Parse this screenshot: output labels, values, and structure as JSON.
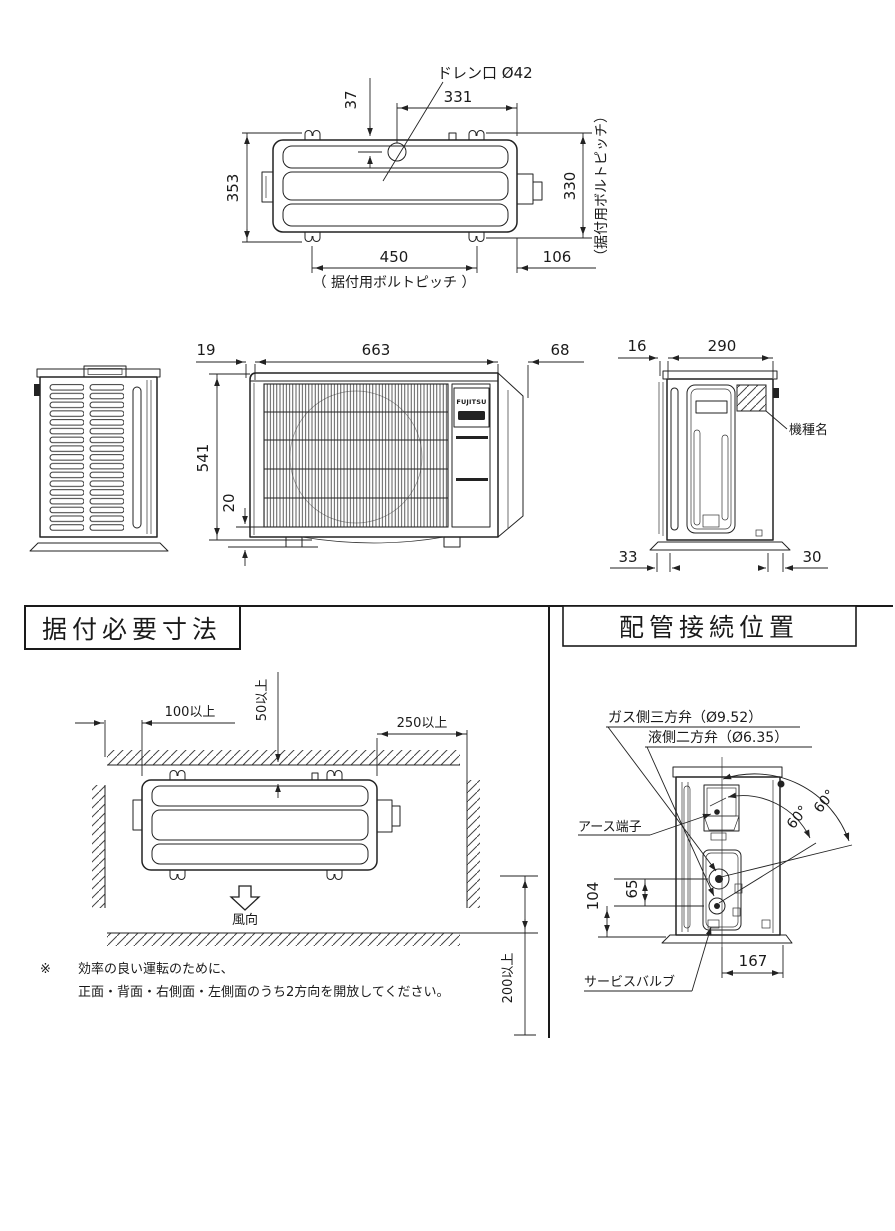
{
  "page": {
    "bg": "#ffffff",
    "ink": "#222222"
  },
  "top_view": {
    "drain_label": "ドレン口 Ø42",
    "dim_37": "37",
    "dim_331": "331",
    "dim_353": "353",
    "dim_330": "330",
    "dim_450": "450",
    "dim_106": "106",
    "bolt_pitch_right": "（据付用ボルトピッチ）",
    "bolt_pitch_bottom": "（ 据付用ボルトピッチ ）"
  },
  "front_view": {
    "dim_19": "19",
    "dim_663": "663",
    "dim_68": "68",
    "dim_541": "541",
    "dim_20": "20",
    "logo": "FUJITSU"
  },
  "right_side_view": {
    "dim_16": "16",
    "dim_290": "290",
    "dim_33": "33",
    "dim_30": "30",
    "model_label": "機種名"
  },
  "sections": {
    "left_title": "据付必要寸法",
    "right_title": "配管接続位置"
  },
  "clearance": {
    "dim_left": "100以上",
    "dim_top": "50以上",
    "dim_right": "250以上",
    "dim_bottom": "200以上",
    "wind_label": "風向",
    "note_mark": "※",
    "note_line1": "効率の良い運転のために、",
    "note_line2": "正面・背面・右側面・左側面のうち2方向を開放してください。"
  },
  "piping": {
    "gas_valve_label": "ガス側三方弁（Ø9.52）",
    "liquid_valve_label": "液側二方弁（Ø6.35）",
    "earth_label": "アース端子",
    "service_valve_label": "サービスバルブ",
    "dim_104": "104",
    "dim_65": "65",
    "dim_167": "167",
    "angle_outer": "60°",
    "angle_inner": "60°"
  }
}
